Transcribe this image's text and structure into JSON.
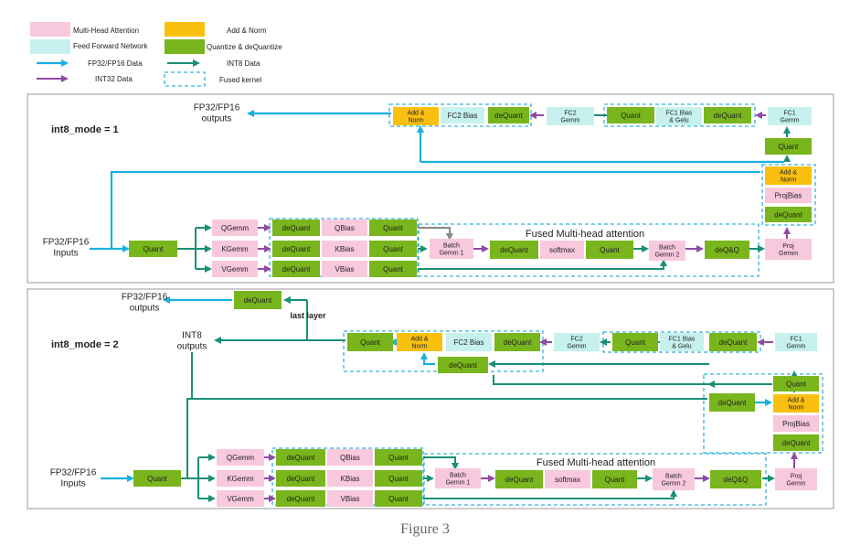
{
  "legend": {
    "mha": "Multi-Head Attention",
    "ffn": "Feed Forward Network",
    "fp_data": "FP32/FP16 Data",
    "int32_data": "INT32 Data",
    "add_norm": "Add & Norm",
    "quant_dequant": "Quantize & deQuantize",
    "int8_data": "INT8 Data",
    "fused_kernel": "Fused kernel"
  },
  "colors": {
    "mha": "#f8c8dc",
    "ffn": "#c6f1ee",
    "add_norm": "#f9c00f",
    "quant": "#79b51c",
    "fp_arrow": "#1ab0e0",
    "int8_arrow": "#1a8f78",
    "int32_arrow": "#8e4aa6",
    "fused_border": "#30b4dc"
  },
  "panel1": {
    "mode_label": "int8_mode = 1",
    "inputs_label": [
      "FP32/FP16",
      "Inputs"
    ],
    "outputs_label": [
      "FP32/FP16",
      "outputs"
    ],
    "fused_mha_label": "Fused Multi-head attention",
    "nodes": {
      "quant_in": "Quant",
      "qgemm": "QGemm",
      "kgemm": "KGemm",
      "vgemm": "VGemm",
      "dq_q": "deQuant",
      "dq_k": "deQuant",
      "dq_v": "deQuant",
      "qbias": "QBias",
      "kbias": "KBias",
      "vbias": "VBias",
      "quant_q": "Quant",
      "quant_k": "Quant",
      "quant_v": "Quant",
      "batch_gemm1": [
        "Batch",
        "Gemm 1"
      ],
      "dq_attn": "deQuant",
      "softmax": "softmax",
      "quant_attn": "Quant",
      "batch_gemm2": [
        "Batch",
        "Gemm 2"
      ],
      "deqq": "deQ&Q",
      "proj_gemm": [
        "Proj",
        "Gemm"
      ],
      "dq_proj": "deQuant",
      "projbias": "ProjBias",
      "addnorm1": [
        "Add &",
        "Norm"
      ],
      "quant_fc1": "Quant",
      "fc1_gemm": [
        "FC1",
        "Gemm"
      ],
      "dq_fc1": "deQuant",
      "fc1_bias": [
        "FC1 Bias",
        "& Gelu"
      ],
      "quant_fc2": "Quant",
      "fc2_gemm": [
        "FC2",
        "Gemm"
      ],
      "dq_fc2": "deQuant",
      "fc2_bias": "FC2 Bias",
      "addnorm2": [
        "Add &",
        "Norm"
      ]
    }
  },
  "panel2": {
    "mode_label": "int8_mode = 2",
    "inputs_label": [
      "FP32/FP16",
      "Inputs"
    ],
    "fp_outputs_label": [
      "FP32/FP16",
      "outputs"
    ],
    "int8_outputs_label": [
      "INT8",
      "outputs"
    ],
    "last_layer_label": "last layer",
    "fused_mha_label": "Fused Multi-head attention",
    "nodes": {
      "dq_last": "deQuant",
      "quant_in": "Quant",
      "qgemm": "QGemm",
      "kgemm": "KGemm",
      "vgemm": "VGemm",
      "dq_q": "deQuant",
      "dq_k": "deQuant",
      "dq_v": "deQuant",
      "qbias": "QBias",
      "kbias": "KBias",
      "vbias": "VBias",
      "quant_q": "Quant",
      "quant_k": "Quant",
      "quant_v": "Quant",
      "batch_gemm1": [
        "Batch",
        "Gemm 1"
      ],
      "dq_attn": "deQuant",
      "softmax": "softmax",
      "quant_attn": "Quant",
      "batch_gemm2": [
        "Batch",
        "Gemm 2"
      ],
      "deqq": "deQ&Q",
      "proj_gemm": [
        "Proj",
        "Gemm"
      ],
      "dq_proj": "deQuant",
      "projbias": "ProjBias",
      "addnorm1": [
        "Add &",
        "Norm"
      ],
      "quant_after": "Quant",
      "dq_res": "deQuant",
      "fc1_gemm": [
        "FC1",
        "Gemm"
      ],
      "dq_fc1": "deQuant",
      "fc1_bias": [
        "FC1 Bias",
        "& Gelu"
      ],
      "quant_fc2": "Quant",
      "fc2_gemm": [
        "FC2",
        "Gemm"
      ],
      "dq_fc2": "deQuant",
      "fc2_bias": "FC2 Bias",
      "addnorm2": [
        "Add &",
        "Norm"
      ],
      "quant_out": "Quant",
      "dq_res2": "deQuant"
    }
  },
  "caption": "Figure 3"
}
